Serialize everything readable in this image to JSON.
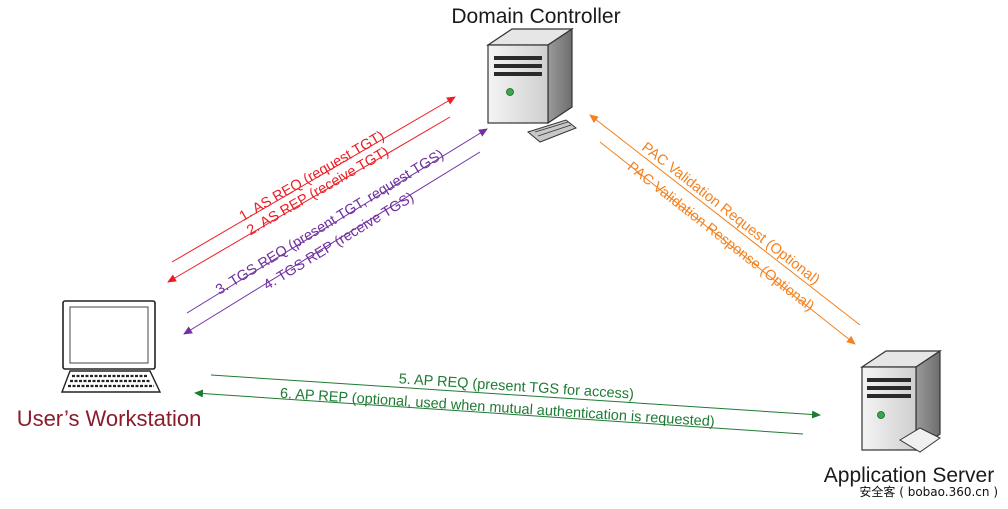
{
  "nodes": {
    "domain_controller": "Domain Controller",
    "workstation": "User’s Workstation",
    "app_server": "Application Server"
  },
  "messages": {
    "as_req": "1. AS REQ (request TGT)",
    "as_rep": "2. AS REP (receive TGT)",
    "tgs_req": "3. TGS REQ (present TGT, request TGS)",
    "tgs_rep": "4. TGS REP (receive TGS)",
    "ap_req": "5. AP REQ (present TGS for access)",
    "ap_rep": "6. AP REP (optional, used when mutual authentication is requested)",
    "pac_req": "PAC Validation Request (Optional)",
    "pac_rep": "PAC Validation Response (Optional)"
  },
  "watermark": "安全客 ( bobao.360.cn )",
  "colors": {
    "as": "#ee1c24",
    "tgs": "#7030a0",
    "ap": "#1e7b34",
    "pac": "#f4801f",
    "workstation_label": "#8a1c2c"
  }
}
